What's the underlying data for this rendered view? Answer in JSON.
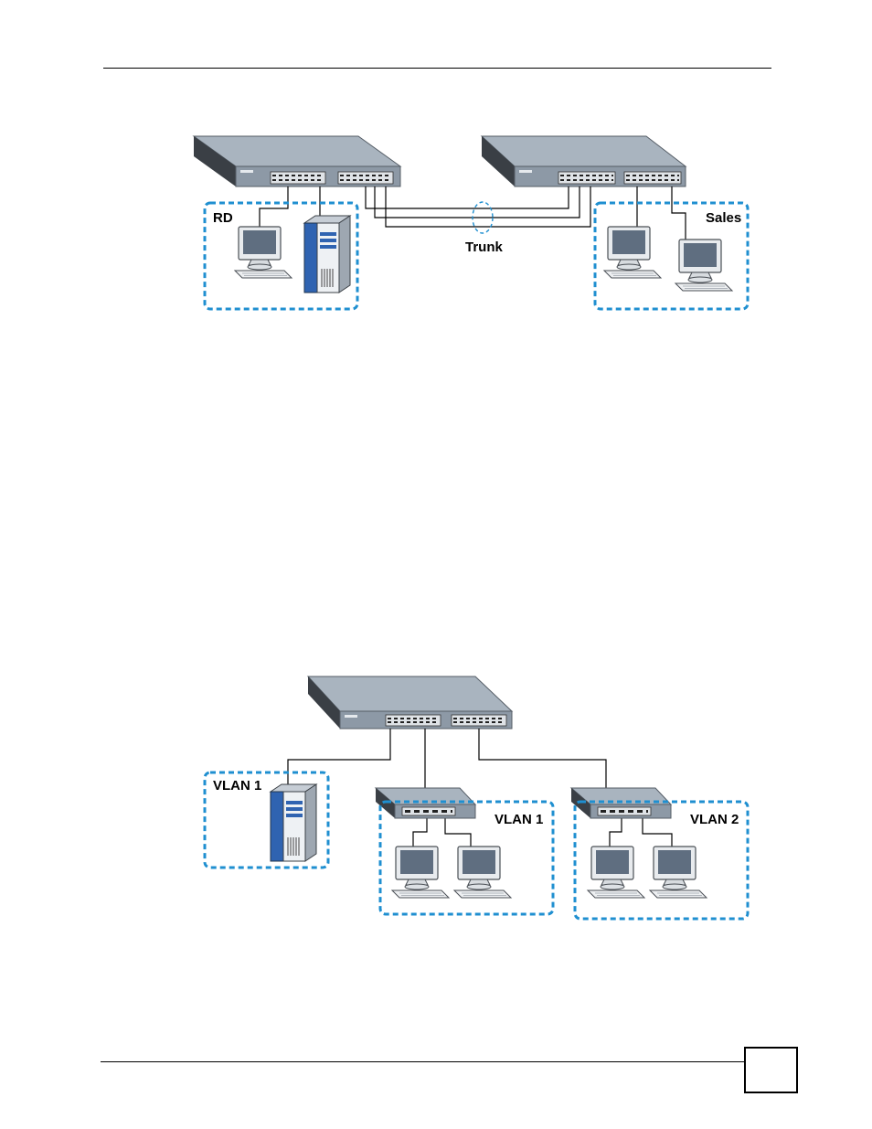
{
  "figure_top": {
    "group_left_label": "RD",
    "group_right_label": "Sales",
    "trunk_label": "Trunk"
  },
  "figure_bottom": {
    "group_server_label": "VLAN 1",
    "group_middle_label": "VLAN 1",
    "group_right_label": "VLAN 2"
  },
  "colors": {
    "dash_border": "#1f8fd0",
    "switch_top": "#a9b4bf",
    "switch_front": "#8d99a6",
    "server_blue": "#2f63b1",
    "monitor_screen": "#5f6e80"
  },
  "footer": {
    "page_number": ""
  }
}
